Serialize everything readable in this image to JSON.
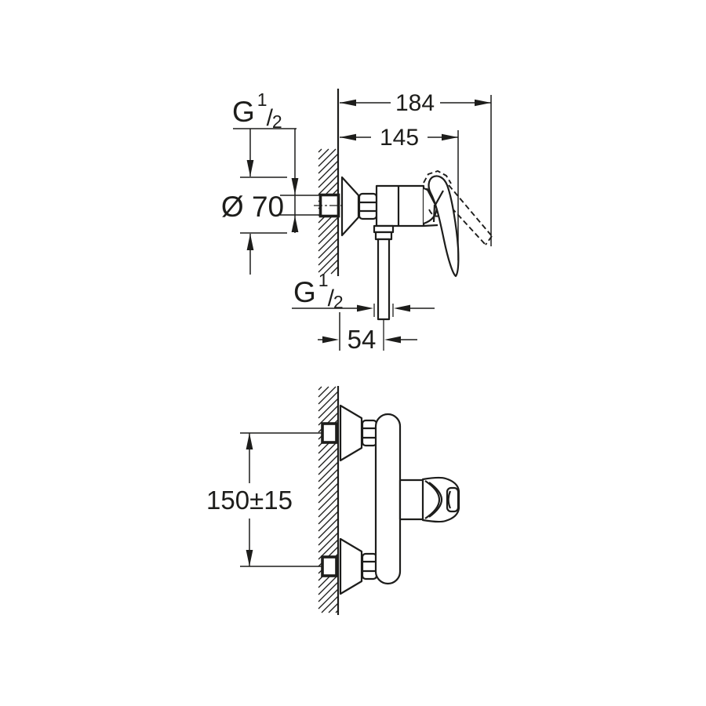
{
  "drawing": {
    "background": "#ffffff",
    "ink": "#1d1d1b",
    "dimensions": {
      "total_depth": "184",
      "depth_to_lever": "145",
      "escutcheon_diameter": "Ø 70",
      "outlet_to_wall": "54",
      "connection_spacing": "150±15"
    },
    "threads": {
      "inlet": {
        "base": "G",
        "numerator": "1",
        "slash": "/",
        "denominator": "2"
      },
      "outlet": {
        "base": "G",
        "numerator": "1",
        "slash": "/",
        "denominator": "2"
      }
    }
  }
}
